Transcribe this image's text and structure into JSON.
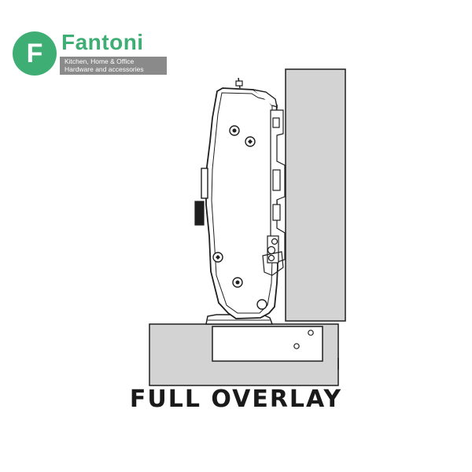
{
  "logo": {
    "letter": "F",
    "name": "Fantoni",
    "tagline_line1": "Kitchen, Home & Office",
    "tagline_line2": "Hardware and accessories",
    "colors": {
      "green": "#3fae74",
      "tag_bg": "#8a8a8a"
    }
  },
  "diagram": {
    "caption": "FULL OVERLAY",
    "colors": {
      "panel_fill": "#d3d3d3",
      "hinge_fill": "#ffffff",
      "stroke": "#1f1f1f"
    }
  }
}
